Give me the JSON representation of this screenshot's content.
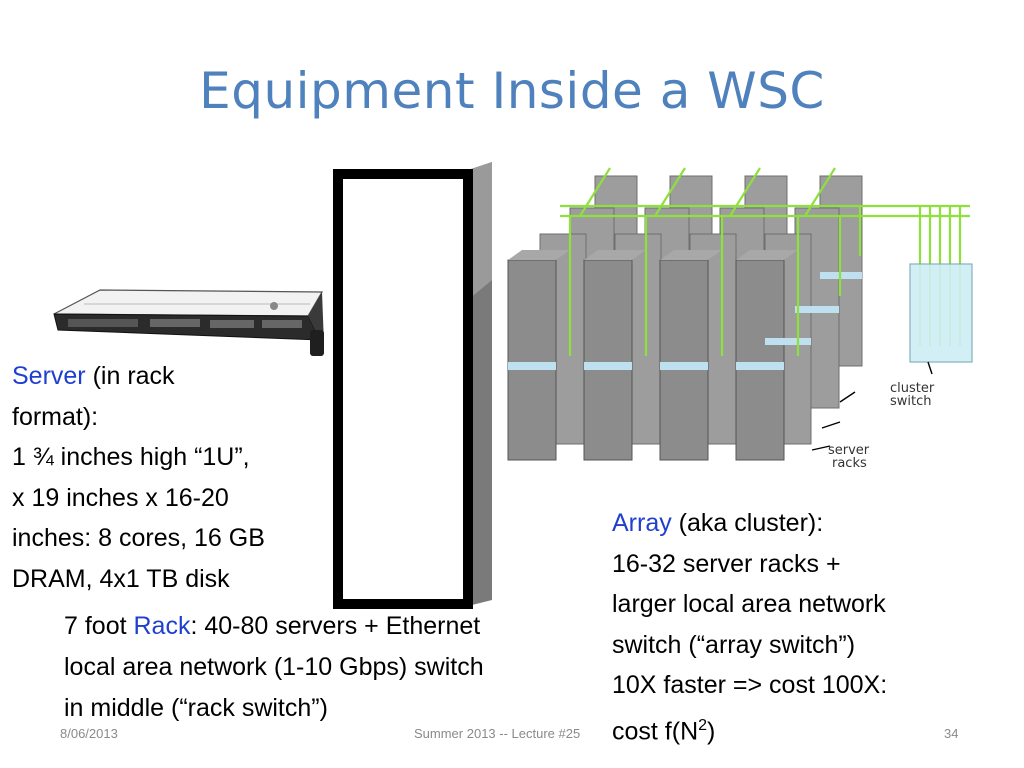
{
  "slide": {
    "title": "Equipment Inside a WSC",
    "server_caption": {
      "term": "Server",
      "lines": [
        " (in rack",
        "format):",
        "1 ¾ inches high “1U”,",
        "x 19 inches x 16-20",
        "inches: 8 cores, 16 GB",
        "DRAM, 4x1 TB disk"
      ]
    },
    "rack_caption": {
      "prefix": "7 foot ",
      "term": "Rack",
      "line1_rest": ":  40-80 servers + Ethernet",
      "line2": "local area network (1-10 Gbps) switch",
      "line3": "in middle (“rack switch”)"
    },
    "array_caption": {
      "term": "Array",
      "line1_rest": " (aka cluster):",
      "line2": "16-32 server racks +",
      "line3": "larger local area network",
      "line4": "switch (“array switch”)",
      "line5": "10X faster => cost 100X:",
      "line6_prefix": "cost f(N",
      "line6_sup": "2",
      "line6_suffix": ")"
    },
    "diagram_labels": {
      "cluster_switch_line1": "cluster",
      "cluster_switch_line2": "switch",
      "server_racks_line1": "server",
      "server_racks_line2": "racks"
    }
  },
  "footer": {
    "date": "8/06/2013",
    "center": "Summer 2013 -- Lecture #25",
    "page": "34"
  },
  "colors": {
    "title": "#4f81bd",
    "accent": "#1f3fd0",
    "cable_green": "#8ee03c",
    "rack_gray": "#8c8c8c",
    "band_blue": "#bfe0ee"
  },
  "icons": [
    "server-image",
    "rack-image",
    "array-diagram"
  ]
}
